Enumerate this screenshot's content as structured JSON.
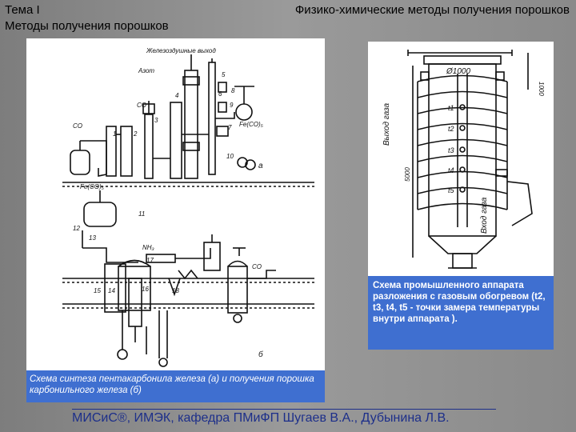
{
  "header": {
    "left": "Тема I",
    "right": "Физико-химические методы получения порошков",
    "subtitle": "Методы получения порошков"
  },
  "left_figure": {
    "labels": {
      "top_lbl": "Железоздушные выход",
      "azot": "Азот",
      "co_a": "CO",
      "co_b": "CO",
      "fe_co5_a": "Fe(CO)₅",
      "fe_co5_b": "Fe(CO)₅",
      "a": "a",
      "b": "б",
      "co_c": "CO",
      "nh3": "NH₃",
      "n1": "1",
      "n2": "2",
      "n3": "3",
      "n4": "4",
      "n5": "5",
      "n6": "6",
      "n7": "7",
      "n8": "8",
      "n9": "9",
      "n10": "10",
      "n11": "11",
      "n12": "12",
      "n13": "13",
      "n14": "14",
      "n15": "15",
      "n16": "16",
      "n17": "17",
      "n18": "18"
    },
    "caption": "Схема синтеза пентакарбонила железа (а) и получения порошка карбонильного железа (б)"
  },
  "right_figure": {
    "labels": {
      "diam": "Ø1000",
      "h1000": "1000",
      "h5000": "5000",
      "gaz_out": "Выход газа",
      "gaz_in": "Вход газа",
      "t1": "t1",
      "t2": "t2",
      "t3": "t3",
      "t4": "t4",
      "t5": "t5"
    },
    "caption": "Схема промышленного аппарата разложения с газовым обогревом (t2, t3, t4, t5 - точки замера температуры внутри аппарата )."
  },
  "footer": "МИСиС®, ИМЭК, кафедра ПМиФП Шугаев В.А., Дубынина Л.В."
}
